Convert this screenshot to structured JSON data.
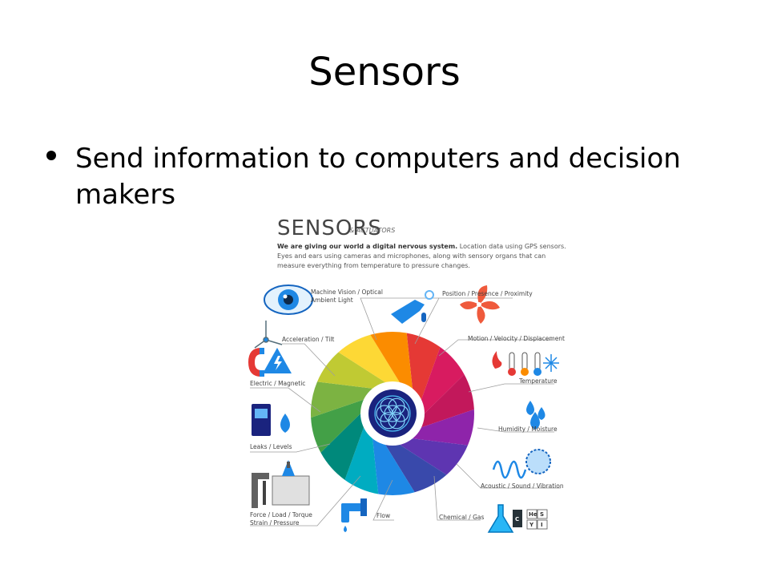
{
  "slide": {
    "title": "Sensors",
    "bullet": "Send information to computers and decision makers"
  },
  "infographic": {
    "title": "SENSORS",
    "subtitle": "& ACTUATORS",
    "description_bold": "We are giving our world a digital nervous system.",
    "description_rest": " Location data using GPS sensors. Eyes and ears using cameras and microphones, along with sensory organs that can measure everything from temperature to pressure changes.",
    "labels": {
      "machine_vision": "Machine Vision / Optical",
      "ambient_light": "Ambient Light",
      "position": "Position / Presence / Proximity",
      "motion": "Motion / Velocity / Displacement",
      "temperature": "Temperature",
      "humidity": "Humidity / Moisture",
      "acoustic": "Acoustic / Sound / Vibration",
      "chemical": "Chemical / Gas",
      "flow": "Flow",
      "force": "Force / Load / Torque",
      "strain": "Strain / Pressure",
      "leaks": "Leaks / Levels",
      "electric": "Electric / Magnetic",
      "acceleration": "Acceleration / Tilt"
    },
    "periodic_symbols": [
      "He",
      "S",
      "C",
      "Y",
      "I"
    ],
    "icons": [
      "eye-icon",
      "hand-pointer-icon",
      "fan-icon",
      "thermometer-icon",
      "water-drops-icon",
      "sound-wave-icon",
      "flask-icon",
      "faucet-icon",
      "clamp-icon",
      "fuel-pump-icon",
      "magnet-icon",
      "high-voltage-icon",
      "axes-icon",
      "flower-of-life-icon"
    ],
    "wheel_colors": [
      "#e53935",
      "#d81b60",
      "#c2185b",
      "#8e24aa",
      "#5e35b1",
      "#3949ab",
      "#1e88e5",
      "#00acc1",
      "#00897b",
      "#43a047",
      "#7cb342",
      "#c0ca33",
      "#fdd835",
      "#fb8c00"
    ]
  }
}
